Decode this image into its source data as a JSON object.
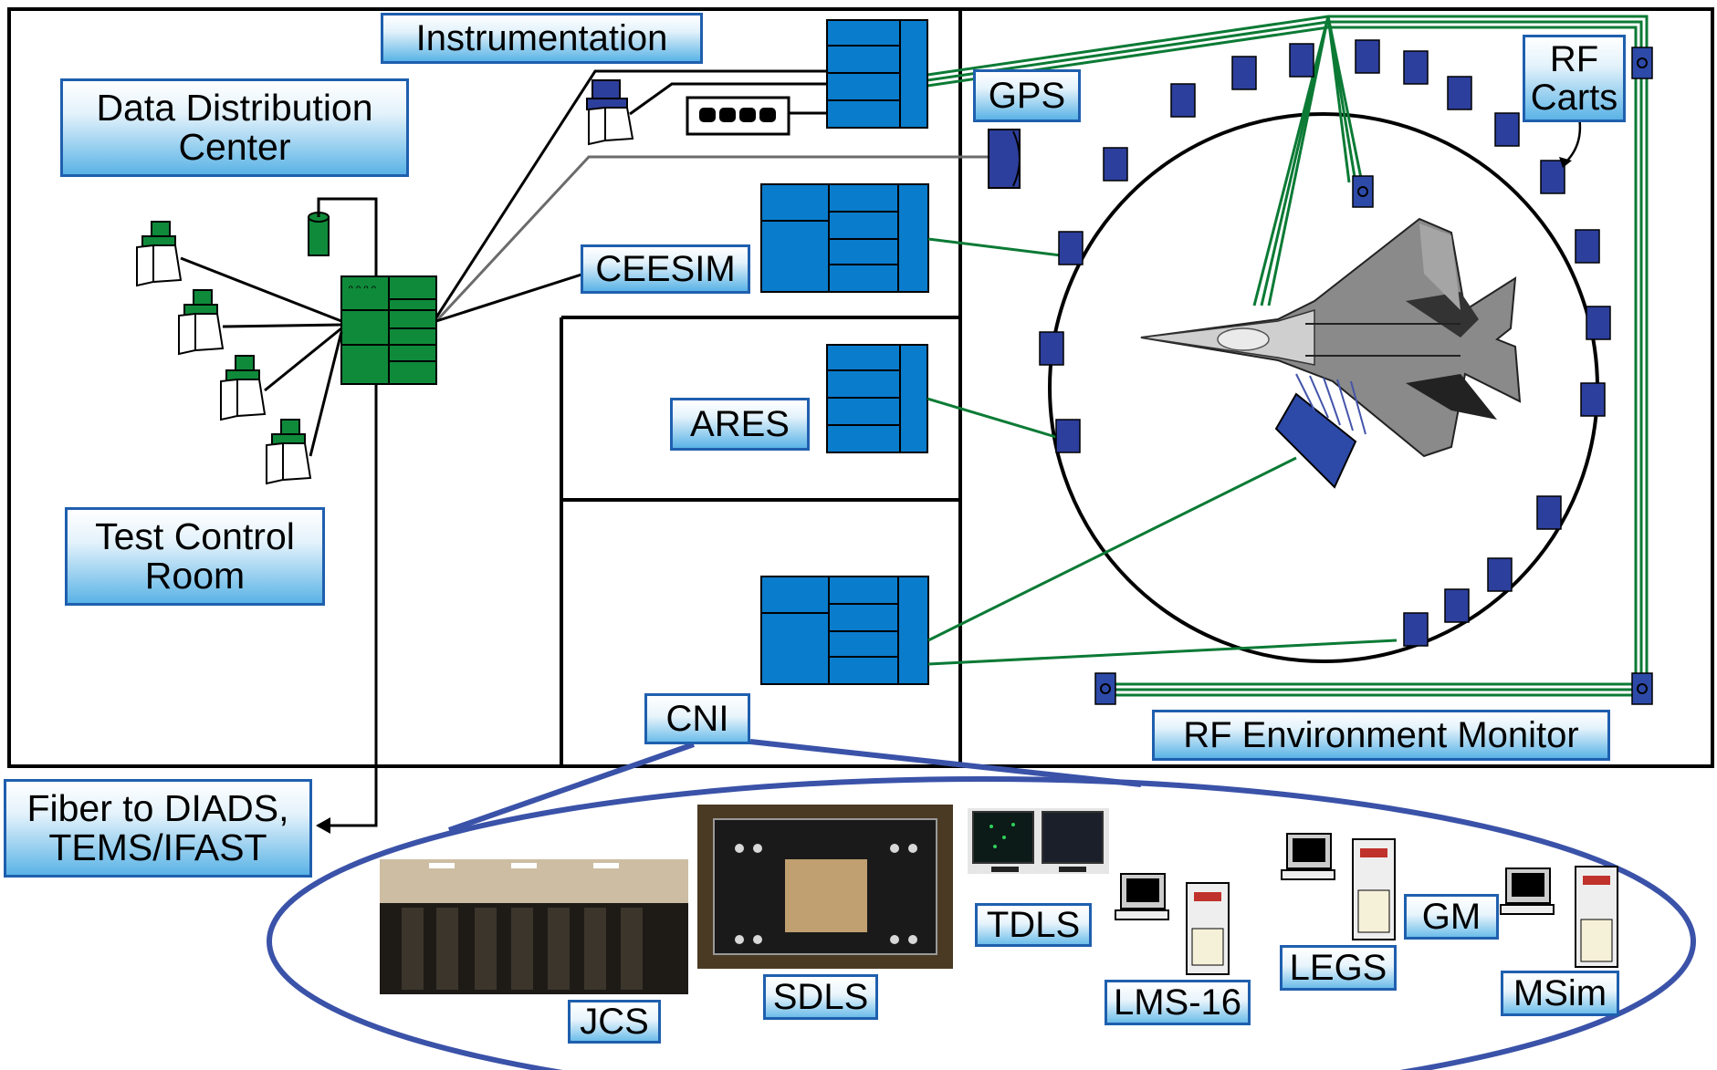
{
  "labels": {
    "instrumentation": "Instrumentation",
    "data_distribution": "Data Distribution\nCenter",
    "gps": "GPS",
    "rf_carts": "RF\nCarts",
    "ceesim": "CEESIM",
    "ares": "ARES",
    "test_control": "Test Control\nRoom",
    "fiber": "Fiber to DIADS,\nTEMS/IFAST",
    "cni": "CNI",
    "rf_env_monitor": "RF Environment  Monitor",
    "tdls": "TDLS",
    "jcs": "JCS",
    "sdls": "SDLS",
    "lms16": "LMS-16",
    "legs": "LEGS",
    "gm": "GM",
    "msim": "MSim"
  },
  "colors": {
    "label_border": "#1f5fae",
    "label_fill_bottom": "#5ab3e6",
    "rack_blue": "#0a7ccc",
    "rack_green": "#0f8a3a",
    "link_green": "#0b7a35",
    "node_blue": "#2d3f9c",
    "ellipse_blue": "#3a52a8"
  },
  "icons": [
    "workstation-icon",
    "storage-cylinder-icon",
    "server-rack-icon",
    "aircraft-icon",
    "rf-cart-icon",
    "gps-antenna-icon",
    "disk-array-icon",
    "desktop-computer-icon"
  ]
}
